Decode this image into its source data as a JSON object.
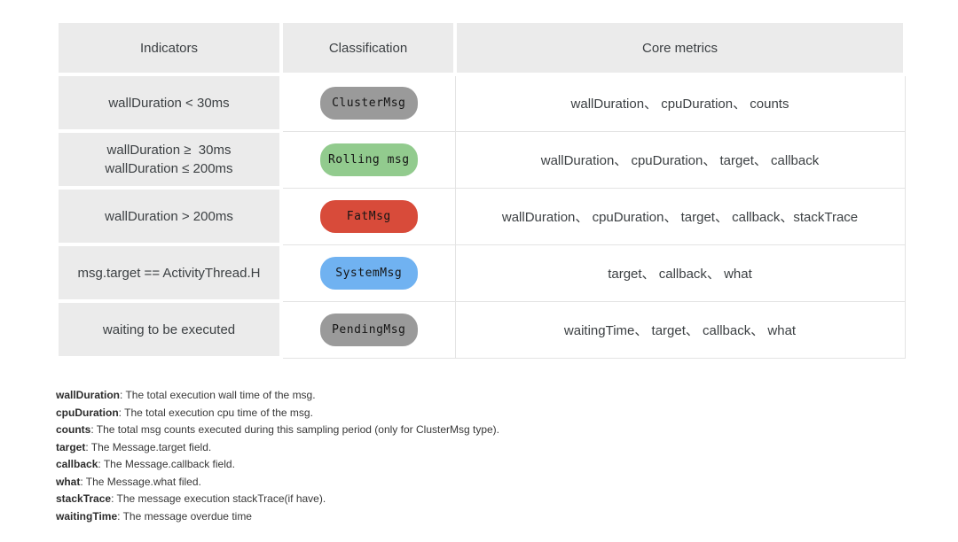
{
  "table": {
    "headers": [
      "Indicators",
      "Classification",
      "Core metrics"
    ],
    "rows": [
      {
        "indicator": "wallDuration < 30ms",
        "badge": {
          "label": "ClusterMsg",
          "color": "#9a9a9a"
        },
        "metrics": "wallDuration、 cpuDuration、 counts"
      },
      {
        "indicator": "wallDuration ≥  30ms\nwallDuration ≤ 200ms",
        "badge": {
          "label": "Rolling msg",
          "color": "#92cb8e"
        },
        "metrics": "wallDuration、 cpuDuration、 target、 callback"
      },
      {
        "indicator": "wallDuration > 200ms",
        "badge": {
          "label": "FatMsg",
          "color": "#d84b3a"
        },
        "metrics": "wallDuration、 cpuDuration、 target、 callback、stackTrace"
      },
      {
        "indicator": "msg.target == ActivityThread.H",
        "badge": {
          "label": "SystemMsg",
          "color": "#70b2f1"
        },
        "metrics": "target、 callback、 what"
      },
      {
        "indicator": "waiting to be executed",
        "badge": {
          "label": "PendingMsg",
          "color": "#9a9a9a"
        },
        "metrics": "waitingTime、 target、 callback、 what"
      }
    ]
  },
  "notes": [
    {
      "term": "wallDuration",
      "desc": ": The total execution wall time of the msg."
    },
    {
      "term": "cpuDuration",
      "desc": ": The total execution cpu time of the msg."
    },
    {
      "term": "counts",
      "desc": ": The total msg counts executed during this sampling period (only for ClusterMsg type)."
    },
    {
      "term": "target",
      "desc": ": The Message.target field."
    },
    {
      "term": "callback",
      "desc": ": The Message.callback field."
    },
    {
      "term": "what",
      "desc": ": The Message.what filed."
    },
    {
      "term": "stackTrace",
      "desc": ": The message execution stackTrace(if have)."
    },
    {
      "term": "waitingTime",
      "desc": ": The message overdue time"
    }
  ]
}
